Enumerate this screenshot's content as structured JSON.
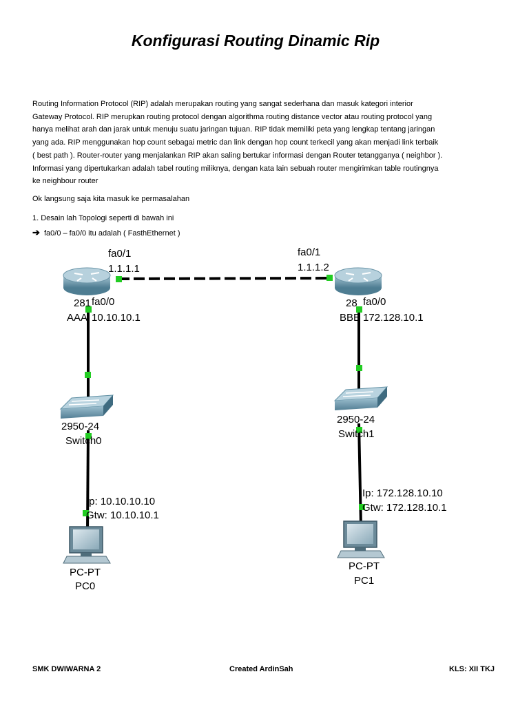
{
  "document": {
    "title": "Konfigurasi Routing Dinamic Rip",
    "intro_lines": [
      "Routing Information Protocol (RIP) adalah merupakan routing yang sangat sederhana dan masuk kategori interior",
      "Gateway Protocol. RIP merupkan routing protocol dengan algorithma routing distance vector atau routing protocol yang",
      "hanya  melihat arah dan jarak untuk menuju suatu jaringan tujuan. RIP tidak memiliki peta yang lengkap tentang jaringan",
      "yang ada. RIP menggunakan hop count sebagai metric dan link dengan hop count terkecil yang akan menjadi link terbaik",
      "( best path ). Router-router yang menjalankan RIP akan saling bertukar informasi dengan Router tetangganya ( neighbor ).",
      "Informasi yang dipertukarkan adalah tabel routing miliknya, dengan kata lain sebuah router mengirimkan table routingnya",
      "ke neighbour router"
    ],
    "ok_line": "Ok langsung saja kita masuk ke permasalahan",
    "step1": "1. Desain lah Topologi seperti di bawah ini",
    "arrow_symbol": "➔",
    "arrow_note": "fa0/0 – fa0/0 itu adalah ( FasthEthernet )"
  },
  "topology": {
    "router_left": {
      "top_interface": "fa0/1",
      "top_ip": "1.1.1.1",
      "model_partial": "281",
      "bottom_interface": "fa0/0",
      "name_partial": "AAA",
      "bottom_ip": "10.10.10.1"
    },
    "router_right": {
      "top_interface": "fa0/1",
      "top_ip": "1.1.1.2",
      "model_partial": "28",
      "bottom_interface": "fa0/0",
      "name_partial": "BBB",
      "bottom_ip": "172.128.10.1"
    },
    "switch_left": {
      "model": "2950-24",
      "name": "Switch0"
    },
    "switch_right": {
      "model": "2950-24",
      "name": "Switch1"
    },
    "pc_left": {
      "ip": "Ip: 10.10.10.10",
      "gateway": "Gtw: 10.10.10.1",
      "type": "PC-PT",
      "name": "PC0"
    },
    "pc_right": {
      "ip": "Ip: 172.128.10.10",
      "gateway": "Gtw: 172.128.10.1",
      "type": "PC-PT",
      "name": "PC1"
    },
    "colors": {
      "link_dot": "#22cc22",
      "device_blue": "#5f8fa3",
      "cable": "#000000"
    }
  },
  "footer": {
    "school": "SMK DWIWARNA 2",
    "author": "Created ArdinSah",
    "class": "KLS: XII TKJ"
  }
}
